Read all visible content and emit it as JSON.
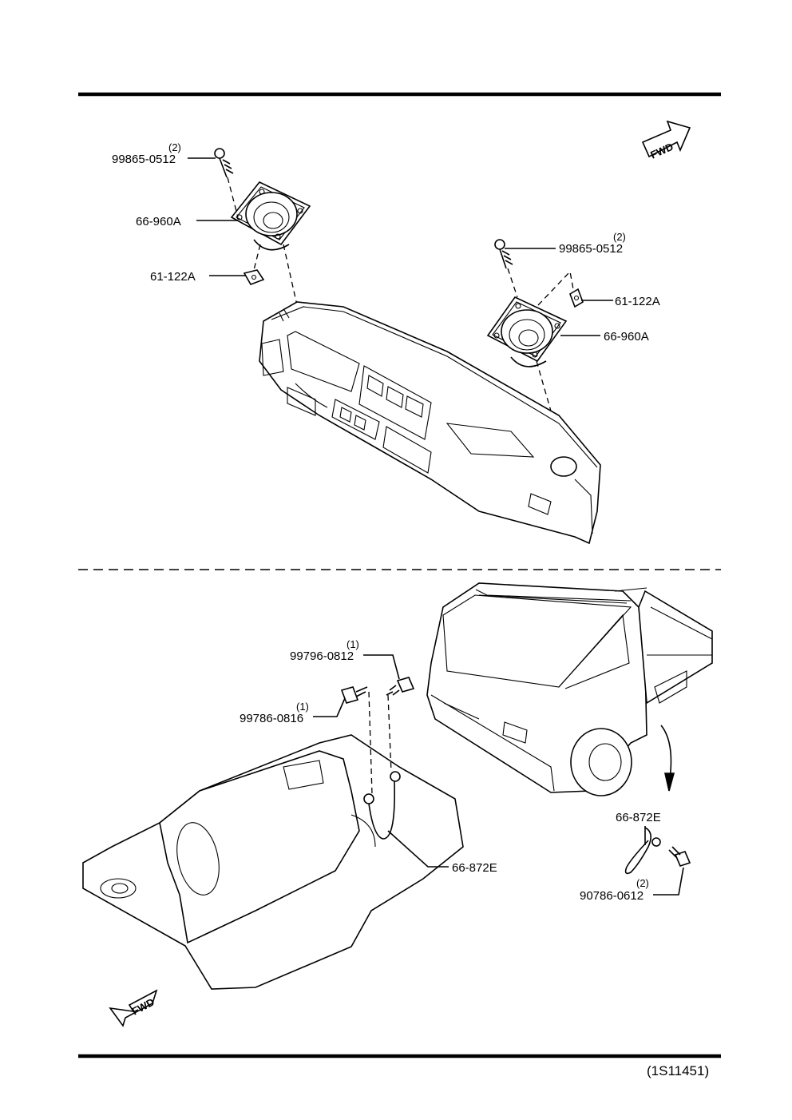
{
  "callouts": {
    "top_left_screw_qty": "(2)",
    "top_left_screw": "99865-0512",
    "top_left_speaker": "66-960A",
    "top_left_nut": "61-122A",
    "top_right_screw_qty": "(2)",
    "top_right_screw": "99865-0512",
    "top_right_nut": "61-122A",
    "top_right_speaker": "66-960A",
    "bolt_a_qty": "(1)",
    "bolt_a": "99796-0812",
    "bolt_b_qty": "(1)",
    "bolt_b": "99786-0816",
    "ground_strap": "66-872E",
    "detail_strap": "66-872E",
    "detail_bolt_qty": "(2)",
    "detail_bolt": "90786-0612"
  },
  "fwd_top": "FWD",
  "fwd_bottom": "FWD",
  "diagram_code": "(1S11451)"
}
